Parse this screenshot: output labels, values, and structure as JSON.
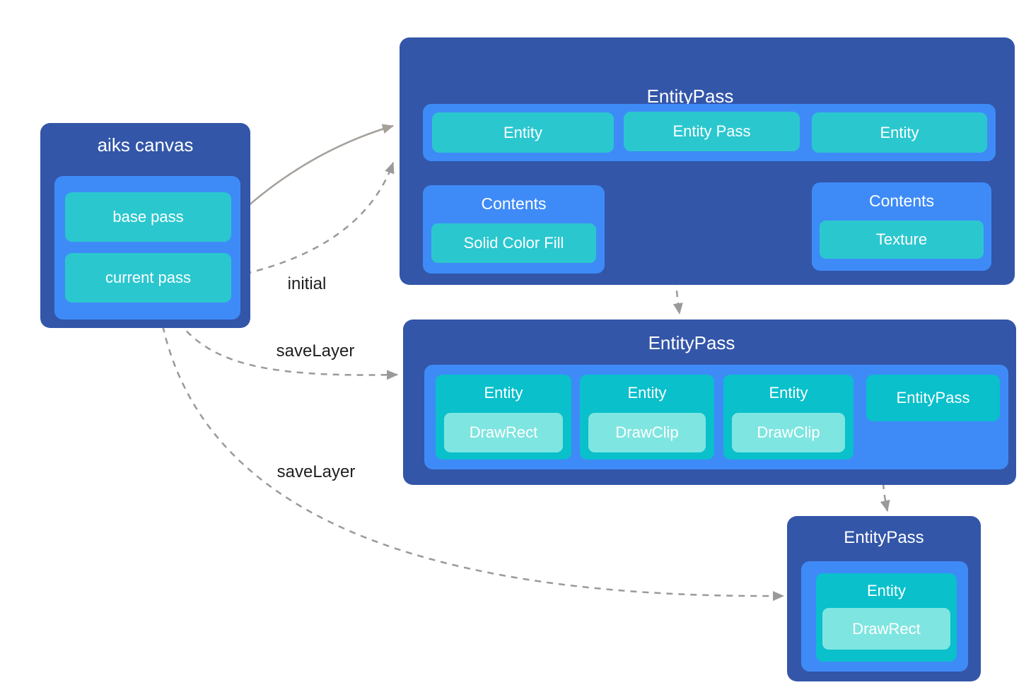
{
  "colors": {
    "box_dark": "#3356A9",
    "box_blue": "#3E8BF7",
    "teal_green": "#2BC7CF",
    "teal_cyan": "#09C0CB",
    "teal_light": "#7FE5E0",
    "arrow_solid": "#A5A09A",
    "arrow_dashed": "#9A9A9A",
    "edge_text": "#1F1F1F",
    "text_white": "#FFFFFF"
  },
  "canvas_box": {
    "title": "aiks canvas",
    "items": [
      "base pass",
      "current pass"
    ]
  },
  "top_pass": {
    "title": "EntityPass",
    "row": [
      "Entity",
      "Entity Pass",
      "Entity"
    ],
    "contents_left": {
      "title": "Contents",
      "item": "Solid Color Fill"
    },
    "contents_right": {
      "title": "Contents",
      "item": "Texture"
    }
  },
  "middle_pass": {
    "title": "EntityPass",
    "row": [
      {
        "title": "Entity",
        "item": "DrawRect"
      },
      {
        "title": "Entity",
        "item": "DrawClip"
      },
      {
        "title": "Entity",
        "item": "DrawClip"
      },
      {
        "title": "EntityPass"
      }
    ]
  },
  "bottom_pass": {
    "title": "EntityPass",
    "entity": {
      "title": "Entity",
      "item": "DrawRect"
    }
  },
  "edges": {
    "initial": "initial",
    "save_layer_top": "saveLayer",
    "save_layer_bottom": "saveLayer"
  }
}
